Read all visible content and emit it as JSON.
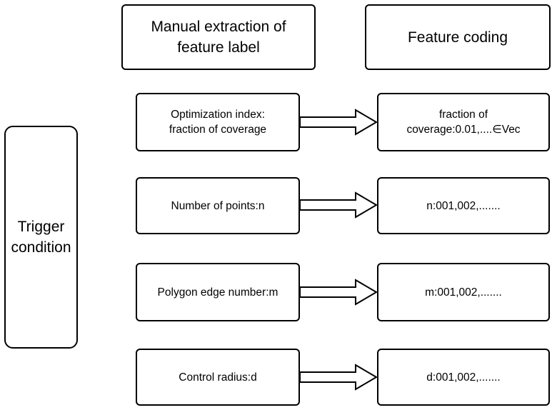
{
  "headers": {
    "manual_extraction": "Manual extraction of\nfeature label",
    "feature_coding": "Feature coding"
  },
  "trigger": {
    "label": "Trigger\ncondition"
  },
  "rows": [
    {
      "feature": "Optimization index:\nfraction of coverage",
      "coding": "fraction of\ncoverage:0.01,....∈Vec"
    },
    {
      "feature": "Number of points:n",
      "coding": "n:001,002,......."
    },
    {
      "feature": "Polygon edge number:m",
      "coding": "m:001,002,......."
    },
    {
      "feature": "Control radius:d",
      "coding": "d:001,002,......."
    }
  ]
}
